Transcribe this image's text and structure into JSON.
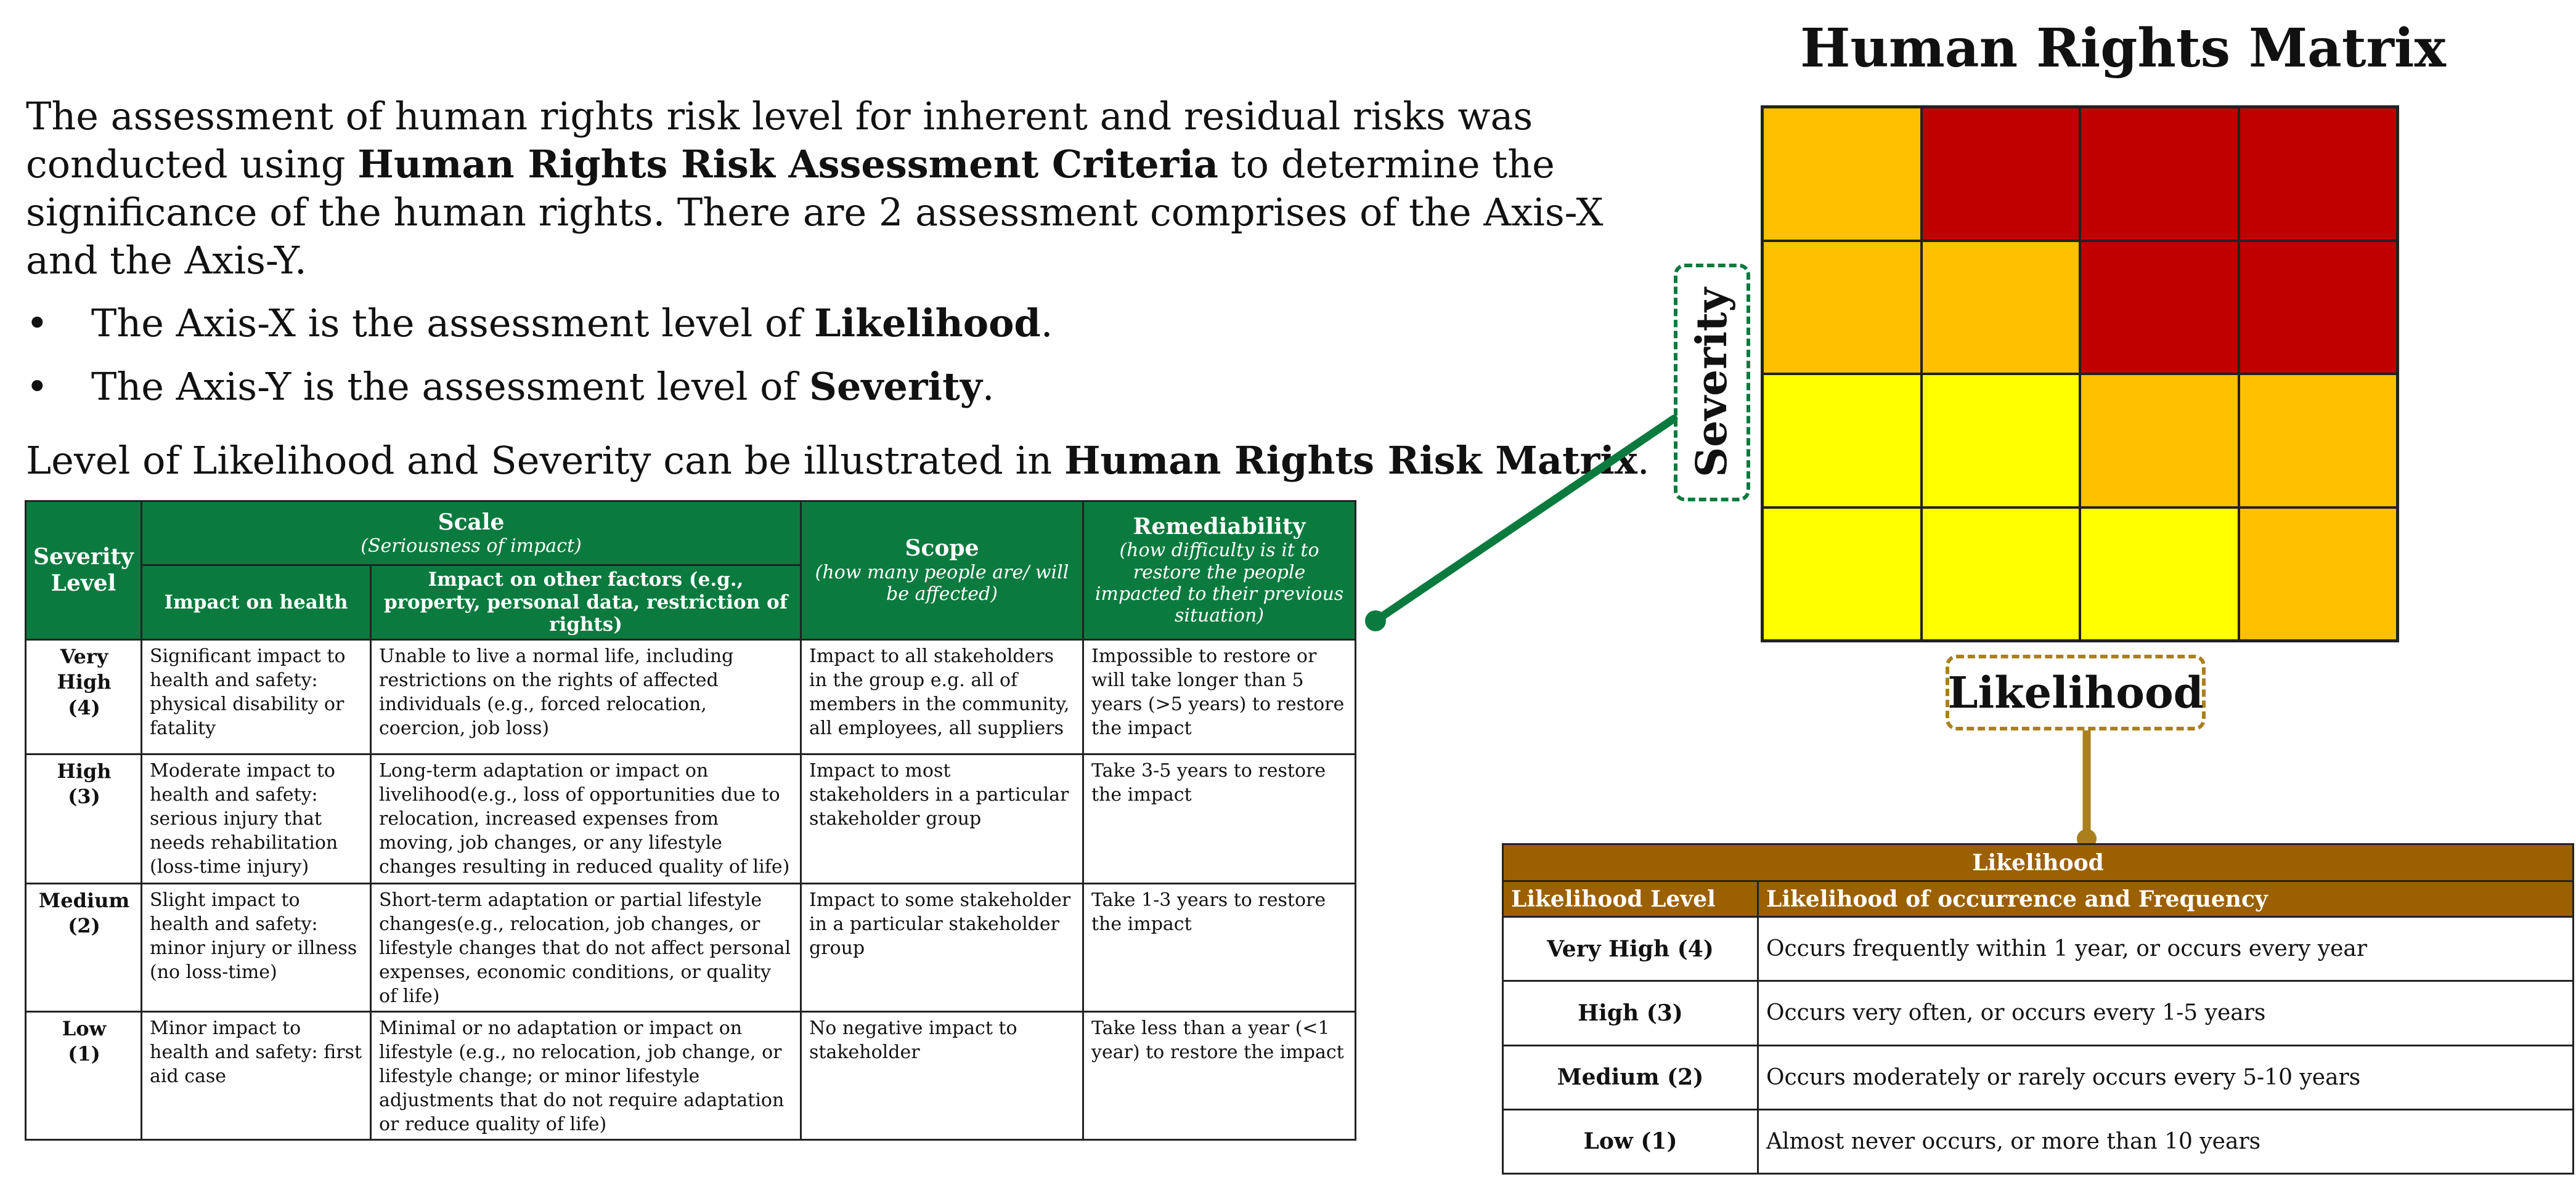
{
  "intro": {
    "p1_a": "The assessment of human rights risk level for inherent and residual risks was conducted using ",
    "p1_bold": "Human Rights Risk Assessment Criteria",
    "p1_b": " to determine the significance of the human rights. There are 2 assessment comprises of the Axis-X and the Axis-Y.",
    "bullet_char": "•",
    "bullet1_a": "The Axis-X is the assessment level of ",
    "bullet1_bold": "Likelihood",
    "bullet1_b": ".",
    "bullet2_a": "The Axis-Y is the assessment level of ",
    "bullet2_bold": "Severity",
    "bullet2_b": ".",
    "p2_a": "Level of Likelihood and Severity can be illustrated in ",
    "p2_bold": "Human Rights Risk Matrix",
    "p2_b": "."
  },
  "severity_table": {
    "header": {
      "level": "Severity Level",
      "scale": "Scale",
      "scale_sub": "(Seriousness of impact)",
      "scale_health": "Impact on health",
      "scale_other": "Impact on other factors (e.g., property, personal data, restriction of rights)",
      "scope": "Scope",
      "scope_sub": "(how many people are/ will be affected)",
      "remed": "Remediability",
      "remed_sub": "(how difficulty is it to restore the people impacted to their previous situation)"
    },
    "rows": [
      {
        "level": "Very High",
        "num": "(4)",
        "health": "Significant impact to health and safety: physical disability or fatality",
        "other": "Unable to live a normal life, including restrictions on the rights of affected individuals (e.g., forced relocation, coercion, job loss)",
        "scope": "Impact to all stakeholders in the group e.g. all of members in the community, all employees, all suppliers",
        "remed": "Impossible to restore or will take longer than 5 years (>5 years) to restore the impact"
      },
      {
        "level": "High",
        "num": "(3)",
        "health": "Moderate impact to health and safety: serious injury that needs rehabilitation (loss-time injury)",
        "other": "Long-term adaptation or impact on livelihood(e.g., loss of opportunities due to relocation, increased expenses from moving, job changes, or any lifestyle changes resulting in reduced quality of life)",
        "scope": "Impact to most stakeholders in a particular stakeholder group",
        "remed": "Take 3-5 years to restore the impact"
      },
      {
        "level": "Medium",
        "num": "(2)",
        "health": "Slight impact to health and safety: minor injury or illness (no loss-time)",
        "other": "Short-term adaptation or partial lifestyle changes(e.g., relocation, job changes, or lifestyle changes that do not affect personal expenses, economic conditions, or quality of life)",
        "scope": "Impact to some stakeholder in a particular stakeholder group",
        "remed": "Take 1-3 years to restore the impact"
      },
      {
        "level": "Low",
        "num": "(1)",
        "health": "Minor impact to health and safety: first aid case",
        "other": "Minimal or no adaptation or impact on lifestyle (e.g., no relocation, job change, or lifestyle change; or minor lifestyle adjustments that do not require adaptation or reduce quality of life)",
        "scope": "No negative impact to stakeholder",
        "remed": "Take less than a year (<1 year) to restore the impact"
      }
    ]
  },
  "matrix": {
    "title": "Human Rights Matrix",
    "colors": {
      "medium": "#ffc000",
      "high": "#c00000",
      "low": "#ffff00"
    },
    "rows": [
      [
        "medium",
        "high",
        "high",
        "high"
      ],
      [
        "medium",
        "medium",
        "high",
        "high"
      ],
      [
        "low",
        "low",
        "medium",
        "medium"
      ],
      [
        "low",
        "low",
        "low",
        "medium"
      ]
    ],
    "y_label": "Severity",
    "x_label": "Likelihood"
  },
  "likelihood_table": {
    "title": "Likelihood",
    "col1": "Likelihood Level",
    "col2": "Likelihood of occurrence and Frequency",
    "rows": [
      {
        "level": "Very High (4)",
        "desc": "Occurs frequently within 1 year, or occurs every year"
      },
      {
        "level": "High (3)",
        "desc": "Occurs very often, or occurs every 1-5 years"
      },
      {
        "level": "Medium (2)",
        "desc": "Occurs moderately or rarely occurs every 5-10 years"
      },
      {
        "level": "Low (1)",
        "desc": "Almost never occurs, or more than 10 years"
      }
    ]
  },
  "colors": {
    "green": "#0b7a3e",
    "brown": "#9b6000",
    "gold": "#a9801c"
  }
}
